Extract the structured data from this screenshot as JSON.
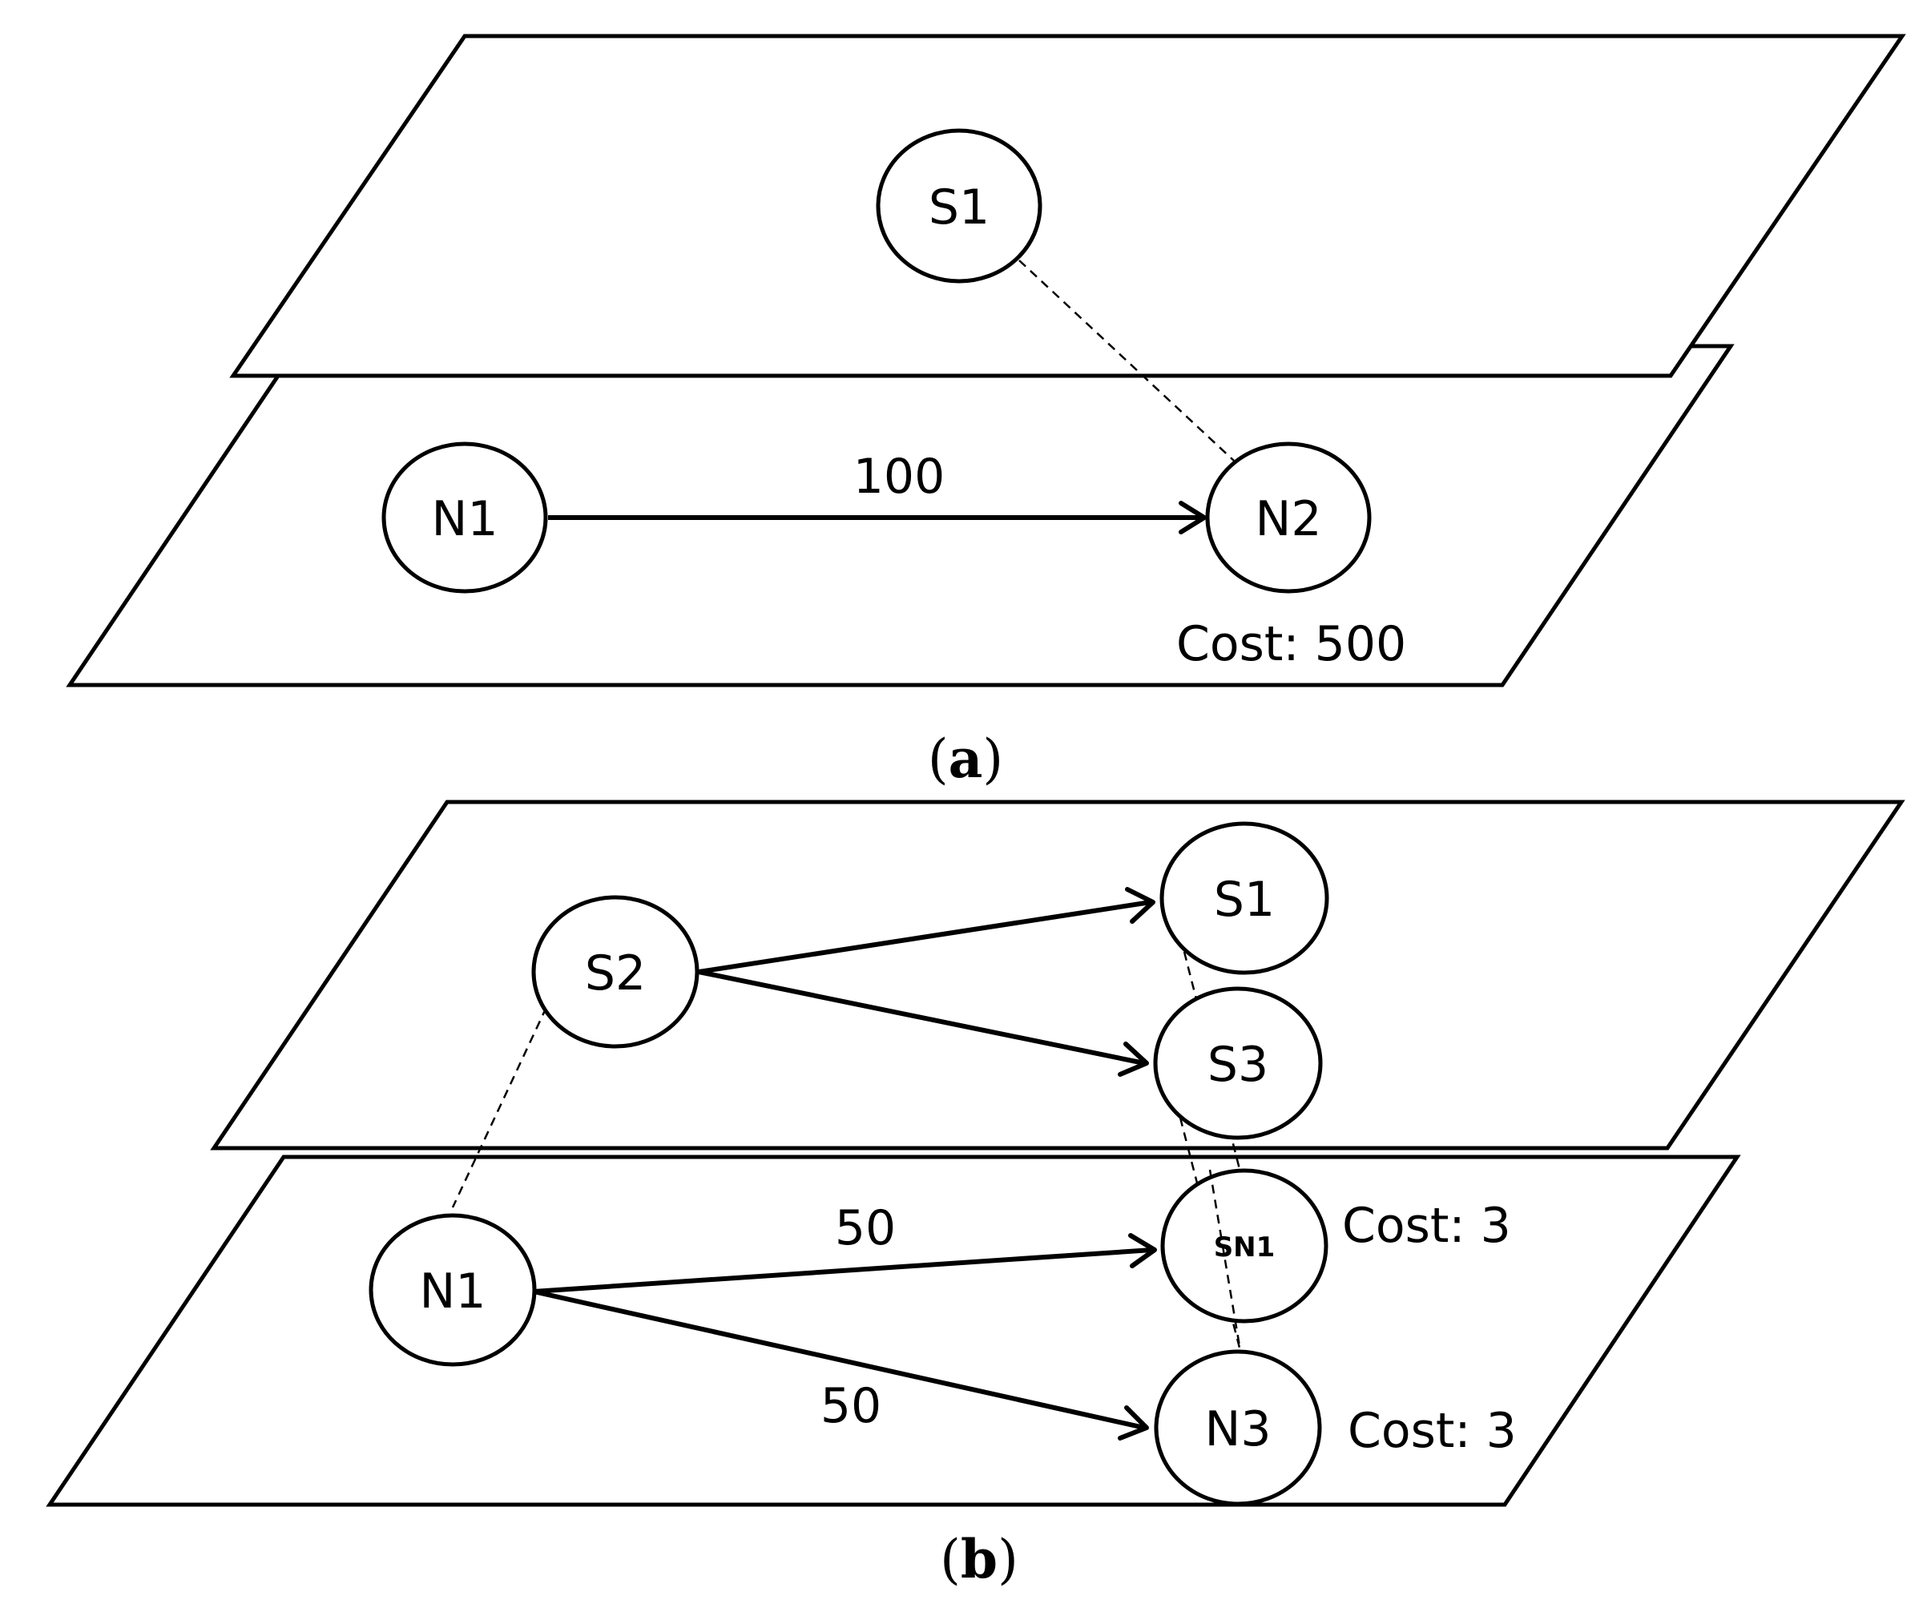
{
  "panel_a": {
    "caption_open": "(",
    "caption_letter": "a",
    "caption_close": ")",
    "top_layer": {
      "nodes": [
        "S1"
      ]
    },
    "bottom_layer": {
      "nodes": [
        "N1",
        "N2"
      ],
      "edges": [
        {
          "from": "N1",
          "to": "N2",
          "label": "100"
        }
      ],
      "annotations": [
        "Cost: 500"
      ]
    },
    "mapping": [
      {
        "from": "S1",
        "to": "N2"
      }
    ]
  },
  "panel_b": {
    "caption_open": "(",
    "caption_letter": "b",
    "caption_close": ")",
    "top_layer": {
      "nodes": [
        "S2",
        "S1",
        "S3"
      ],
      "edges": [
        {
          "from": "S2",
          "to": "S1"
        },
        {
          "from": "S2",
          "to": "S3"
        }
      ]
    },
    "bottom_layer": {
      "nodes": [
        "N1",
        "SN1",
        "N3"
      ],
      "edges": [
        {
          "from": "N1",
          "to": "SN1",
          "label": "50"
        },
        {
          "from": "N1",
          "to": "N3",
          "label": "50"
        }
      ],
      "annotations": [
        "Cost: 3",
        "Cost: 3"
      ]
    },
    "mapping": [
      {
        "from": "S2",
        "to": "N1"
      },
      {
        "from": "S1",
        "to": "SN1"
      },
      {
        "from": "S3",
        "to": "N3"
      }
    ]
  }
}
